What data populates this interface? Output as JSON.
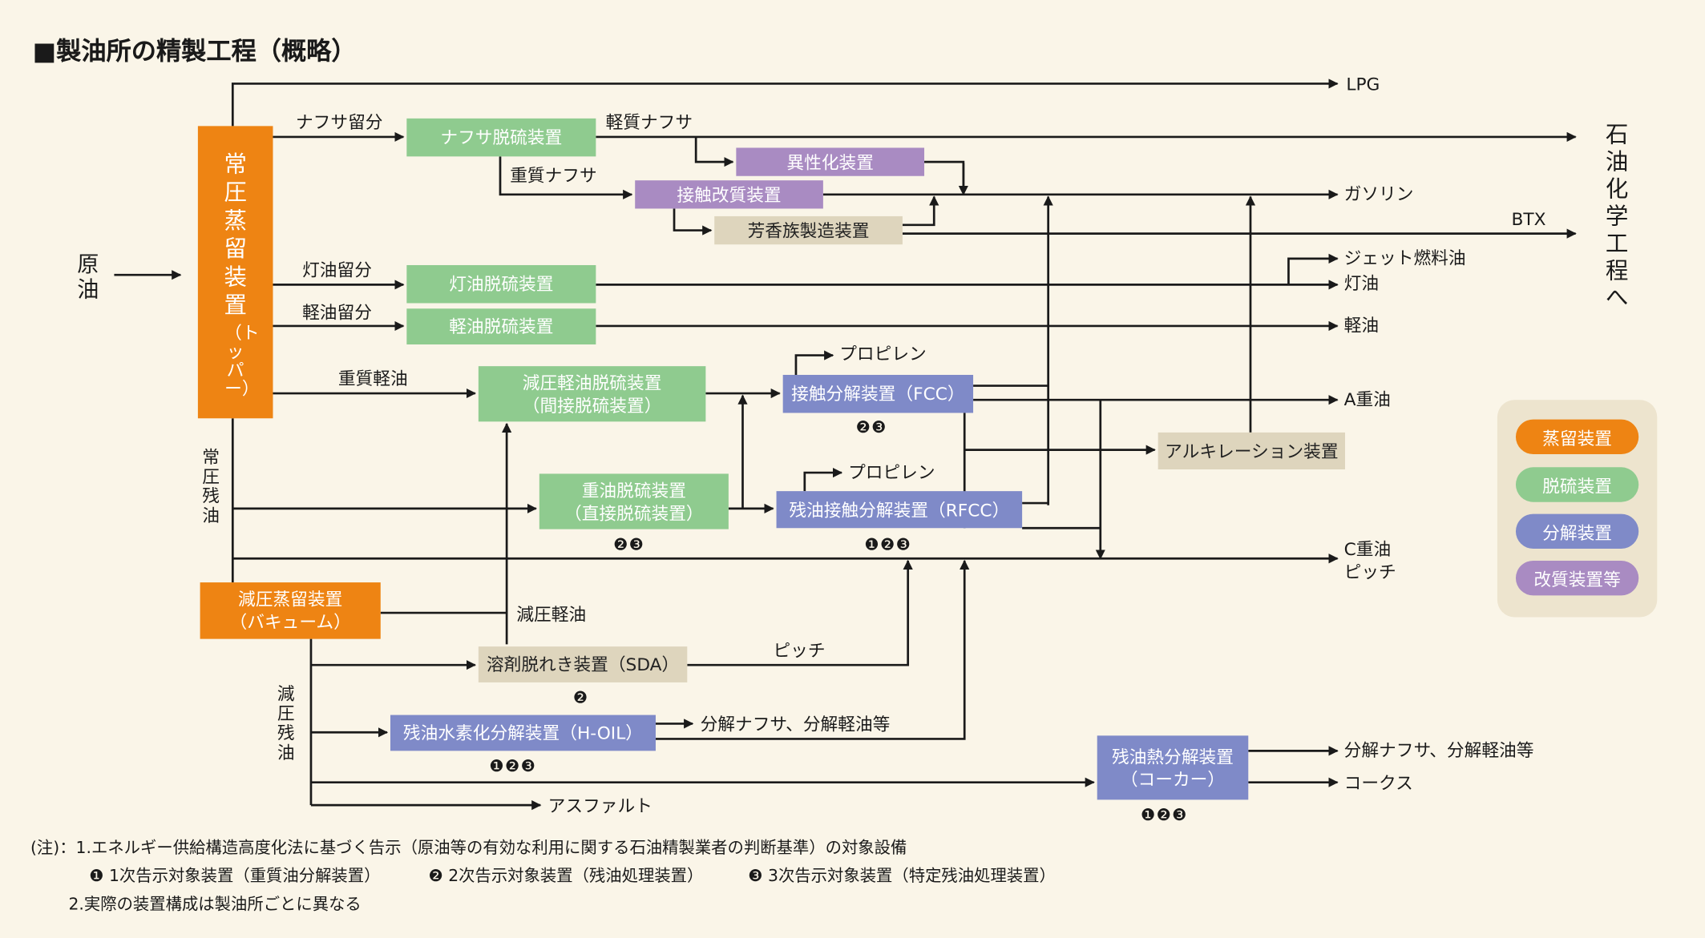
{
  "title": "■製油所の精製工程（概略）",
  "input": "原油",
  "topper": {
    "main": "常圧蒸留装置",
    "sub": "（トッパー）"
  },
  "vacuum": {
    "line1": "減圧蒸留装置",
    "line2": "（バキューム）"
  },
  "units": {
    "naphtha_hds": "ナフサ脱硫装置",
    "isomer": "異性化装置",
    "reformer": "接触改質装置",
    "aromatics": "芳香族製造装置",
    "kerosene_hds": "灯油脱硫装置",
    "gasoil_hds": "軽油脱硫装置",
    "vgo_hds_1": "減圧軽油脱硫装置",
    "vgo_hds_2": "（間接脱硫装置）",
    "fcc": "接触分解装置（FCC）",
    "resid_hds_1": "重油脱硫装置",
    "resid_hds_2": "（直接脱硫装置）",
    "rfcc": "残油接触分解装置（RFCC）",
    "alkylation": "アルキレーション装置",
    "sda": "溶剤脱れき装置（SDA）",
    "hoil": "残油水素化分解装置（H-OIL）",
    "coker_1": "残油熱分解装置",
    "coker_2": "（コーカー）"
  },
  "streams": {
    "naphtha_cut": "ナフサ留分",
    "light_naphtha": "軽質ナフサ",
    "heavy_naphtha": "重質ナフサ",
    "kerosene_cut": "灯油留分",
    "gasoil_cut": "軽油留分",
    "heavy_gasoil": "重質軽油",
    "atm_residue": "常圧残油",
    "vac_gasoil": "減圧軽油",
    "vac_residue": "減圧残油",
    "pitch": "ピッチ",
    "propylene_1": "プロピレン",
    "propylene_2": "プロピレン",
    "hoil_out": "分解ナフサ、分解軽油等"
  },
  "products": {
    "lpg": "LPG",
    "gasoline": "ガソリン",
    "btx": "BTX",
    "jet": "ジェット燃料油",
    "kerosene": "灯油",
    "gasoil": "軽油",
    "a_fuel": "A重油",
    "c_fuel": "C重油",
    "pitch": "ピッチ",
    "coker_out": "分解ナフサ、分解軽油等",
    "coke": "コークス",
    "asphalt": "アスファルト",
    "petrochem": "石油化学工程へ"
  },
  "badges": {
    "fcc": "❷❸",
    "resid_hds": "❷❸",
    "rfcc": "❶❷❸",
    "sda": "❷",
    "hoil": "❶❷❸",
    "coker": "❶❷❸"
  },
  "legend": [
    {
      "label": "蒸留装置",
      "color": "#ee8413"
    },
    {
      "label": "脱硫装置",
      "color": "#8fcb8f"
    },
    {
      "label": "分解装置",
      "color": "#7f8ac8"
    },
    {
      "label": "改質装置等",
      "color": "#a98bc2"
    }
  ],
  "notes": {
    "n1": "(注)：1.エネルギー供給構造高度化法に基づく告示（原油等の有効な利用に関する石油精製業者の判断基準）の対象設備",
    "n1a_mark": "❶",
    "n1a": "1次告示対象装置（重質油分解装置）",
    "n1b_mark": "❷",
    "n1b": "2次告示対象装置（残油処理装置）",
    "n1c_mark": "❸",
    "n1c": "3次告示対象装置（特定残油処理装置）",
    "n2": "2.実際の装置構成は製油所ごとに異なる"
  }
}
